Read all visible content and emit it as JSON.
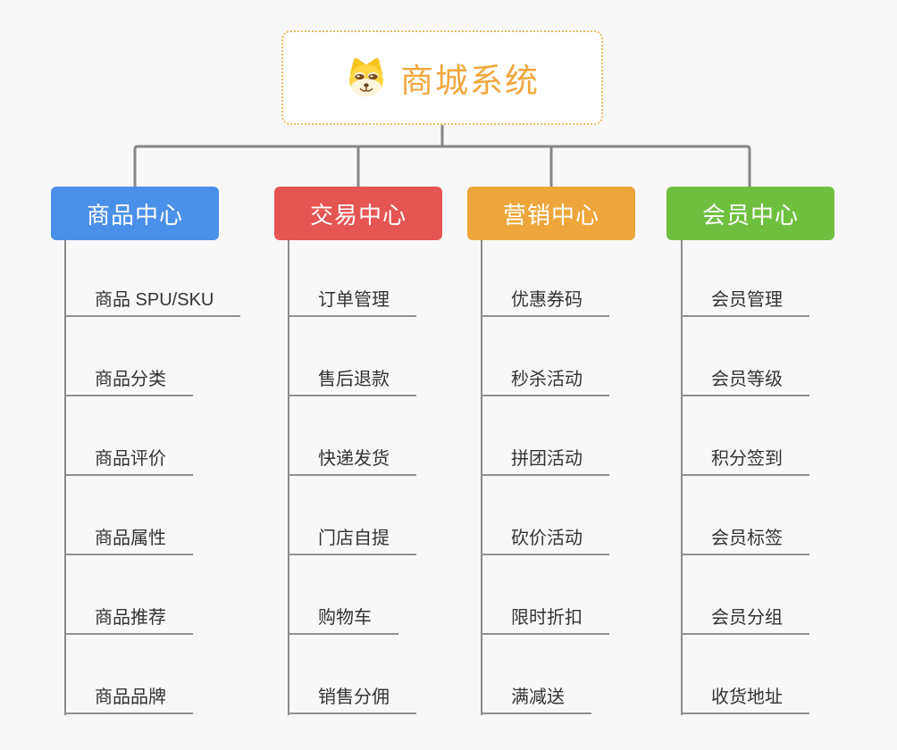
{
  "root": {
    "title": "商城系统",
    "icon": "doge-icon",
    "title_color": "#f0a73c",
    "border_color": "#f2bc5e"
  },
  "connector_color": "#868686",
  "branches": [
    {
      "label": "商品中心",
      "color": "#4a90e8",
      "items": [
        "商品 SPU/SKU",
        "商品分类",
        "商品评价",
        "商品属性",
        "商品推荐",
        "商品品牌"
      ]
    },
    {
      "label": "交易中心",
      "color": "#e45553",
      "items": [
        "订单管理",
        "售后退款",
        "快递发货",
        "门店自提",
        "购物车",
        "销售分佣"
      ]
    },
    {
      "label": "营销中心",
      "color": "#eda63b",
      "items": [
        "优惠券码",
        "秒杀活动",
        "拼团活动",
        "砍价活动",
        "限时折扣",
        "满减送"
      ]
    },
    {
      "label": "会员中心",
      "color": "#70c040",
      "items": [
        "会员管理",
        "会员等级",
        "积分签到",
        "会员标签",
        "会员分组",
        "收货地址"
      ]
    }
  ]
}
